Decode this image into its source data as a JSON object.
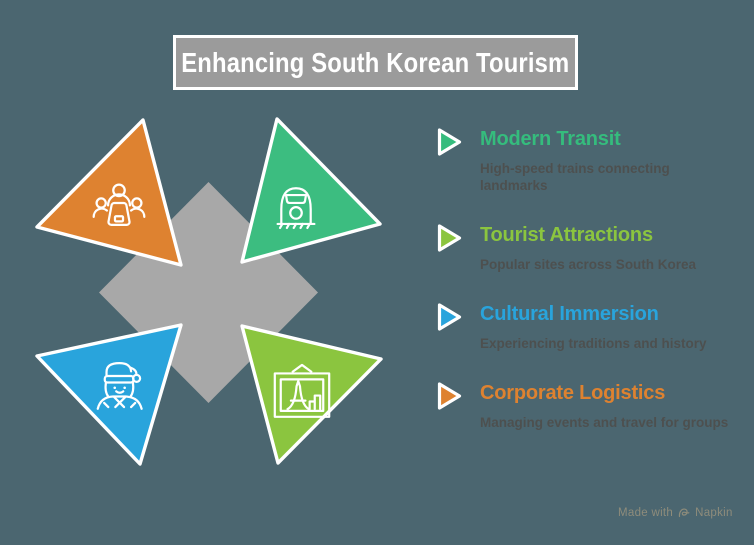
{
  "title": {
    "text": "Enhancing South Korean Tourism"
  },
  "colors": {
    "background": "#4B6670",
    "title_box_bg": "#9B9B9B",
    "title_box_border": "#FFFFFF",
    "title_text": "#FFFFFF",
    "diamond": "#A8A8A8",
    "icon_stroke": "#FFFFFF",
    "triangle_stroke": "#FFFFFF",
    "description_text": "#4E4F4E",
    "watermark": "#8E8C7B"
  },
  "diagram": {
    "triangles": [
      {
        "name": "corporate-logistics",
        "color": "#DE8230",
        "icon": "meeting-icon"
      },
      {
        "name": "modern-transit",
        "color": "#3CBD80",
        "icon": "train-icon"
      },
      {
        "name": "cultural-immersion",
        "color": "#29A4DC",
        "icon": "person-icon"
      },
      {
        "name": "tourist-attractions",
        "color": "#8BC53F",
        "icon": "picture-frame-icon"
      }
    ]
  },
  "legend": {
    "items": [
      {
        "label": "Modern Transit",
        "description": "High-speed trains connecting landmarks",
        "color": "#35BC7D"
      },
      {
        "label": "Tourist Attractions",
        "description": "Popular sites across South Korea",
        "color": "#8BC53F"
      },
      {
        "label": "Cultural Immersion",
        "description": "Experiencing traditions and history",
        "color": "#29A4DC"
      },
      {
        "label": "Corporate Logistics",
        "description": "Managing events and travel for groups",
        "color": "#DE8230"
      }
    ]
  },
  "watermark": {
    "prefix": "Made with",
    "brand": "Napkin"
  }
}
